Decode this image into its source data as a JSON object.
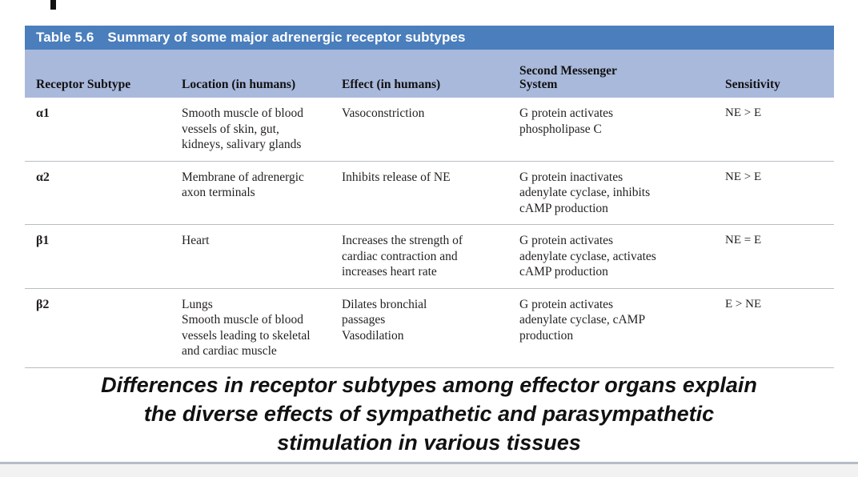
{
  "slide": {
    "caption_lines": [
      "Differences in receptor subtypes among effector organs explain",
      "the diverse effects of sympathetic and parasympathetic",
      "stimulation in various tissues"
    ]
  },
  "table": {
    "number": "Table 5.6",
    "title": "Summary of some major adrenergic receptor subtypes",
    "header_color": "#4a7ebc",
    "column_header_color": "#a9b9dc",
    "columns": [
      "Receptor Subtype",
      "Location (in humans)",
      "Effect (in humans)",
      "Second Messenger System",
      "Sensitivity"
    ],
    "column_header_lines": {
      "c3_line1": "Second Messenger",
      "c3_line2": "System"
    },
    "rows": [
      {
        "subtype": "α1",
        "location": [
          "Smooth muscle of blood",
          "vessels of skin, gut,",
          "kidneys, salivary glands"
        ],
        "effect": [
          "Vasoconstriction"
        ],
        "second_messenger": [
          "G protein activates",
          "phospholipase C"
        ],
        "sensitivity": "NE > E"
      },
      {
        "subtype": "α2",
        "location": [
          "Membrane of adrenergic",
          "axon terminals"
        ],
        "effect": [
          "Inhibits release of NE"
        ],
        "second_messenger": [
          "G protein inactivates",
          "adenylate cyclase, inhibits",
          "cAMP production"
        ],
        "sensitivity": "NE > E"
      },
      {
        "subtype": "β1",
        "location": [
          "Heart"
        ],
        "effect": [
          "Increases the strength of",
          "cardiac contraction and",
          "increases heart rate"
        ],
        "second_messenger": [
          "G protein activates",
          "adenylate cyclase, activates",
          "cAMP production"
        ],
        "sensitivity": "NE = E"
      },
      {
        "subtype": "β2",
        "location": [
          "Lungs",
          "Smooth muscle of blood",
          "vessels leading to skeletal",
          "and cardiac muscle"
        ],
        "effect": [
          "Dilates bronchial",
          "passages",
          "Vasodilation"
        ],
        "second_messenger": [
          "G protein activates",
          "adenylate cyclase, cAMP",
          "production"
        ],
        "sensitivity": "E > NE"
      }
    ]
  }
}
